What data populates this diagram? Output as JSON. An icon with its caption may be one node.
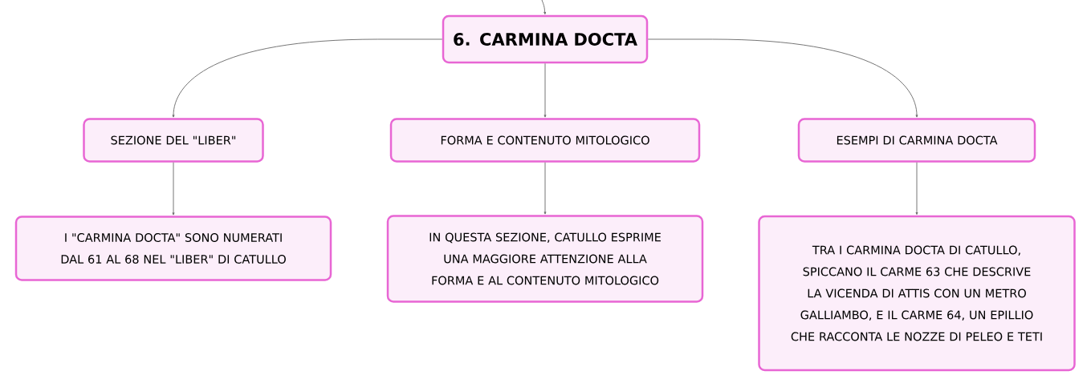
{
  "diagram": {
    "nodes": [
      {
        "text": [
          "6. CARMINA DOCTA"
        ]
      },
      {
        "text": [
          "SEZIONE DEL \"LIBER\""
        ]
      },
      {
        "text": [
          "FORMA E CONTENUTO MITOLOGICO"
        ]
      },
      {
        "text": [
          "ESEMPI DI CARMINA DOCTA"
        ]
      },
      {
        "text": [
          "I \"CARMINA DOCTA\" SONO NUMERATI DAL 61 AL 68 NEL \"LIBER\" DI CATULLO"
        ]
      },
      {
        "text": [
          "IN QUESTA SEZIONE, CATULLO ESPRIME UNA MAGGIORE ATTENZIONE ALLA FORMA E AL CONTENUTO MITOLOGICO"
        ]
      },
      {
        "text": [
          "TRA I CARMINA DOCTA DI CATULLO, SPICCANO IL CARME 63 CHE DESCRIVE LA VICENDA DI ATTIS CON UN METRO GALLIAMBO, E IL CARME 64, UN EPILLIO CHE RACCONTA LE NOZZE DI PELEO E TETI"
        ]
      }
    ],
    "edges": [
      {
        "from": null,
        "to": 0,
        "arrow": "to"
      },
      {
        "from": 0,
        "to": 1,
        "arrow": "to"
      },
      {
        "from": 0,
        "to": 2,
        "arrow": "to"
      },
      {
        "from": 0,
        "to": 3,
        "arrow": "to"
      },
      {
        "from": 1,
        "to": 4,
        "arrow": "to"
      },
      {
        "from": 2,
        "to": 5,
        "arrow": "to"
      },
      {
        "from": 3,
        "to": 6,
        "arrow": "to"
      }
    ]
  }
}
